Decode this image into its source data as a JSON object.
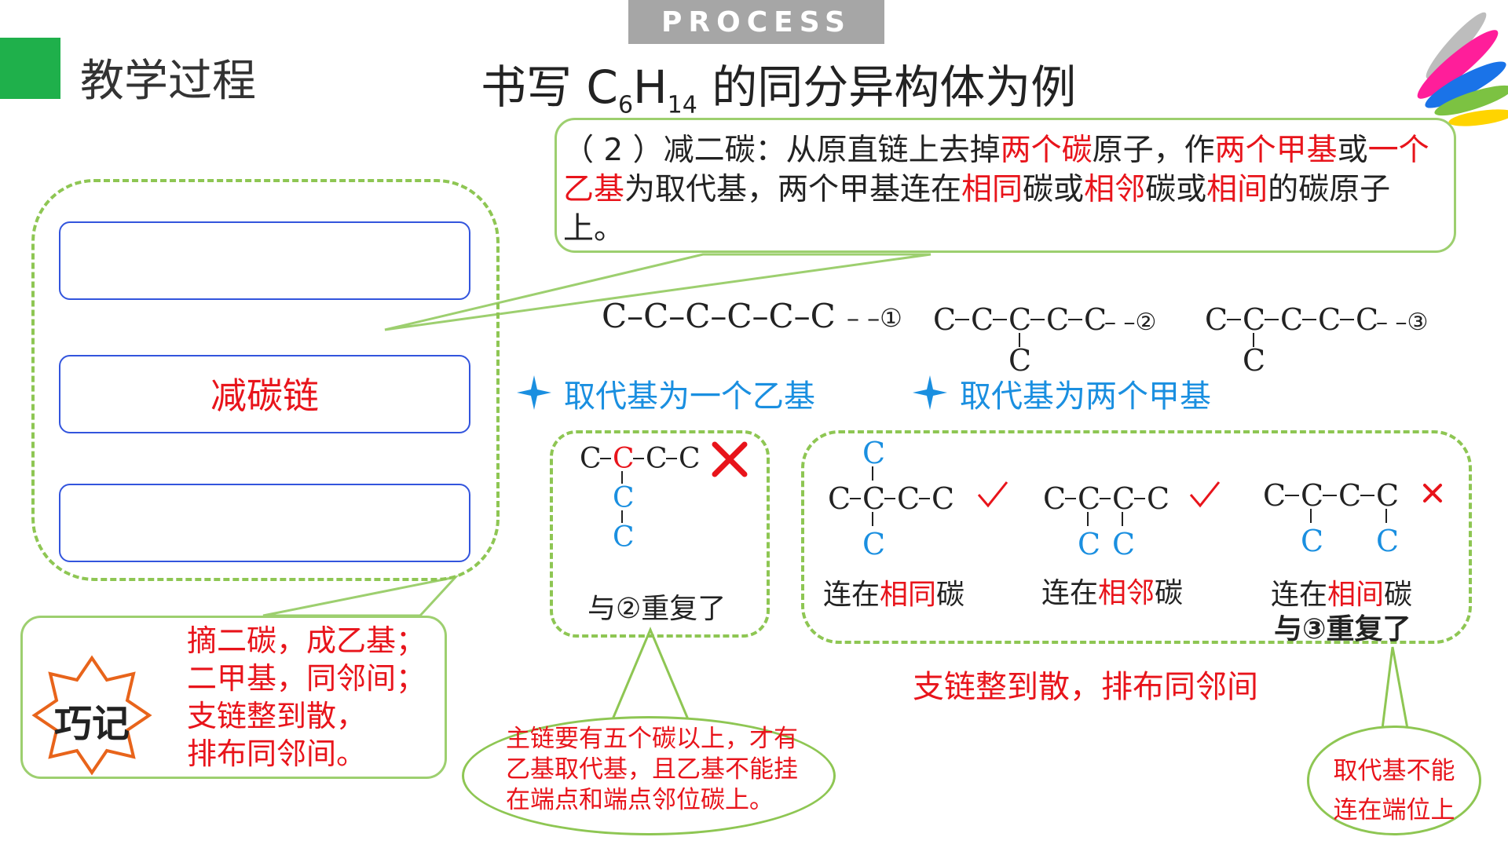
{
  "header": {
    "tab_label": "PROCESS",
    "section_title": "教学过程",
    "title_prefix": "书写 C",
    "title_sub1": "6",
    "title_mid": "H",
    "title_sub2": "14",
    "title_suffix": " 的同分异构体为例"
  },
  "rule": {
    "p1": "（ 2 ）减二碳：从原直链上去掉",
    "h1": "两个碳",
    "p2": "原子，作",
    "h2": "两个甲基",
    "p3": "或",
    "h3": "一个乙基",
    "p4": "为取代基，两个甲基连在",
    "h4": "相同",
    "p5": "碳或",
    "h5": "相邻",
    "p6": "碳或",
    "h6": "相间",
    "p7": "的碳原子上。"
  },
  "steps": {
    "step2_label": "减碳链"
  },
  "tip": {
    "badge": "巧记",
    "lines": [
      "摘二碳，成乙基；",
      "二甲基，同邻间；",
      "支链整到散，",
      "排布同邻间。"
    ]
  },
  "atom": "C",
  "chains": {
    "main": "C–C–C–C–C–C",
    "mark1": "– –①",
    "mark2": "– –②",
    "mark3": "– –③"
  },
  "subtitles": {
    "ethyl": "取代基为一个乙基",
    "methyl": "取代基为两个甲基"
  },
  "examples": {
    "ethyl_note": "与②重复了",
    "conn_prefix": "连在",
    "same": "相同",
    "adjacent": "相邻",
    "alternate": "相间",
    "conn_suffix": "碳",
    "dup3": "与③重复了"
  },
  "bubbles": {
    "ethyl": [
      "主链要有五个碳以上，才有",
      "乙基取代基，且乙基不能挂",
      "在端点和端点邻位碳上。"
    ],
    "end": [
      "取代基不能",
      "连在端位上"
    ]
  },
  "summary": "支链整到散，排布同邻间",
  "colors": {
    "green": "#1fb04b",
    "red": "#e8141b",
    "blue": "#1a8fe0",
    "dash": "#8ec653",
    "callout": "#9dcf6f",
    "step_border": "#3355dd"
  }
}
